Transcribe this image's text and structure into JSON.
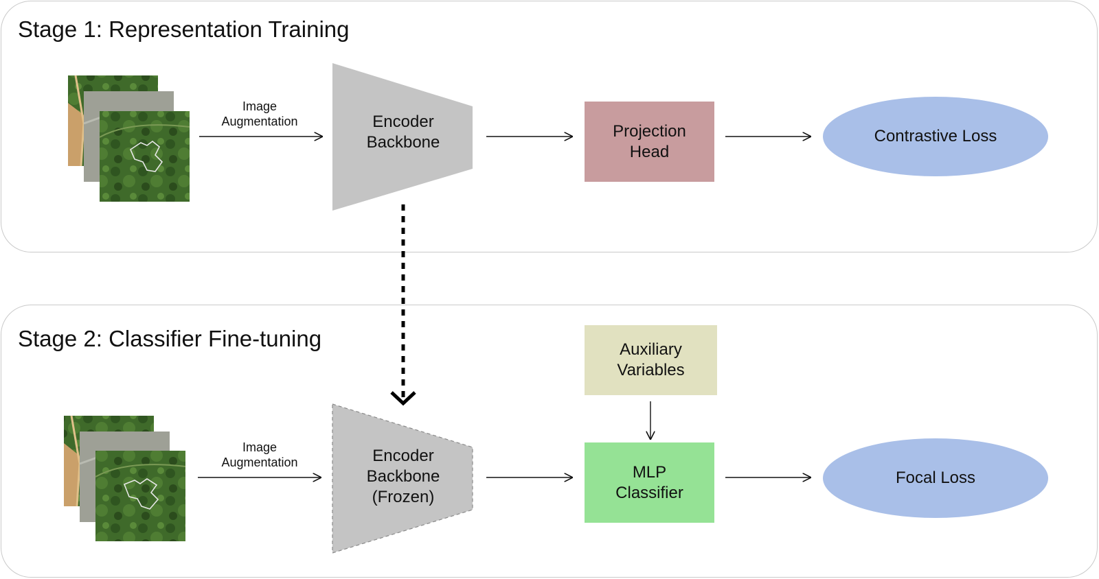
{
  "stages": {
    "stage1": {
      "title": "Stage 1: Representation Training",
      "augmentation_label": "Image\nAugmentation",
      "encoder_label": "Encoder\nBackbone",
      "head_label": "Projection\nHead",
      "loss_label": "Contrastive Loss"
    },
    "stage2": {
      "title": "Stage 2: Classifier Fine-tuning",
      "augmentation_label": "Image\nAugmentation",
      "encoder_label": "Encoder\nBackbone\n(Frozen)",
      "aux_label": "Auxiliary\nVariables",
      "classifier_label": "MLP\nClassifier",
      "loss_label": "Focal Loss"
    }
  },
  "colors": {
    "encoder_fill": "#c4c4c4",
    "projection_head": "#c89c9e",
    "auxiliary": "#e1e1c0",
    "mlp_classifier": "#95e295",
    "loss_ellipse": "#a9bfe8",
    "panel_border": "#c9c9c9"
  }
}
